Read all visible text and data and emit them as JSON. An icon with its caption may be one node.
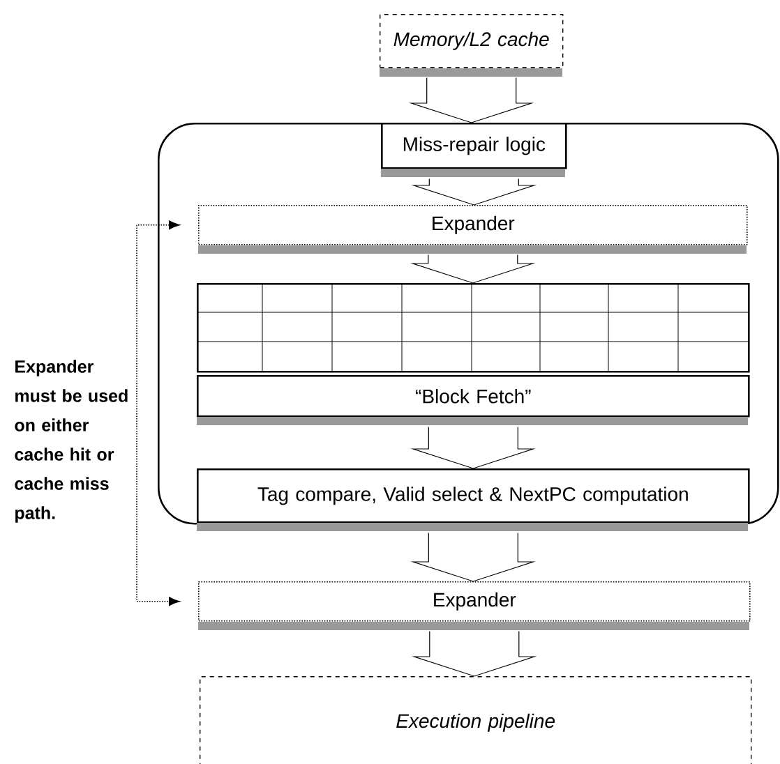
{
  "diagram": {
    "nodes": [
      {
        "text": [
          "Memory/L2 cache"
        ]
      },
      {
        "text": [],
        "shape": "box"
      },
      {
        "text": [
          "Miss-repair logic"
        ],
        "in": 1
      },
      {
        "text": [
          "Expander"
        ],
        "in": 1
      },
      {
        "text": [],
        "shape": "box",
        "in": 1
      },
      {
        "text": [
          "“Block Fetch”"
        ],
        "in": 1
      },
      {
        "text": [
          "Tag compare, Valid select & NextPC computation"
        ],
        "in": 1
      },
      {
        "text": [
          "Expander"
        ]
      },
      {
        "text": [
          "Execution pipeline"
        ]
      }
    ],
    "edges": [
      {
        "from": 0,
        "to": 2,
        "arrow": "to"
      },
      {
        "from": 2,
        "to": 3,
        "arrow": "to"
      },
      {
        "from": 3,
        "to": 4,
        "arrow": "to"
      },
      {
        "from": 5,
        "to": 6,
        "arrow": "to"
      },
      {
        "from": 6,
        "to": 7,
        "arrow": "to"
      },
      {
        "from": 7,
        "to": 8,
        "arrow": "to"
      },
      {
        "from": 3,
        "to": 7,
        "arrow": "both",
        "style": "dashed"
      }
    ],
    "labels": [
      "Expander must be used on either cache hit or cache miss path."
    ]
  }
}
